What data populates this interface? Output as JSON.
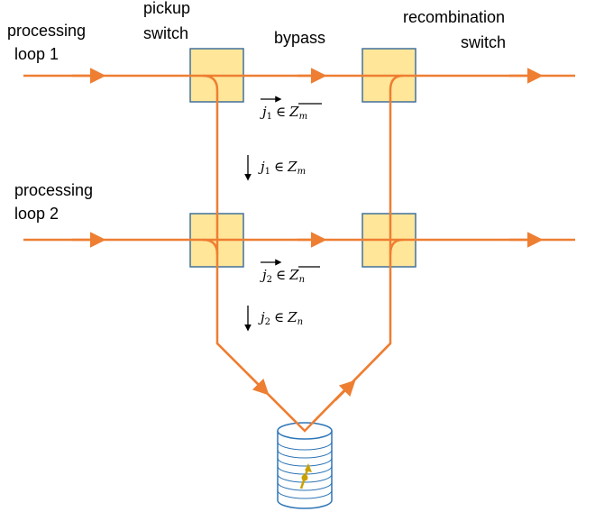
{
  "labels": {
    "processing_loop_1": [
      "processing",
      "loop 1"
    ],
    "pickup_switch": [
      "pickup",
      "switch"
    ],
    "bypass": "bypass",
    "recombination_switch": [
      "recombination",
      "switch"
    ],
    "processing_loop_2": [
      "processing",
      "loop 2"
    ]
  },
  "conditions": {
    "bypass_1": {
      "var": "j",
      "sub": "1",
      "rel": "∈",
      "set": "Z",
      "set_sub": "m",
      "overline": true
    },
    "pickup_1": {
      "var": "j",
      "sub": "1",
      "rel": "∈",
      "set": "Z",
      "set_sub": "m",
      "overline": false
    },
    "bypass_2": {
      "var": "j",
      "sub": "2",
      "rel": "∈",
      "set": "Z",
      "set_sub": "n",
      "overline": true
    },
    "pickup_2": {
      "var": "j",
      "sub": "2",
      "rel": "∈",
      "set": "Z",
      "set_sub": "n",
      "overline": false
    }
  },
  "colors": {
    "line": "#EE7E32",
    "switch_fill": "#FFE699",
    "switch_stroke": "#41719C",
    "memory_stroke": "#2E75B6",
    "spin": "#C9A000"
  }
}
